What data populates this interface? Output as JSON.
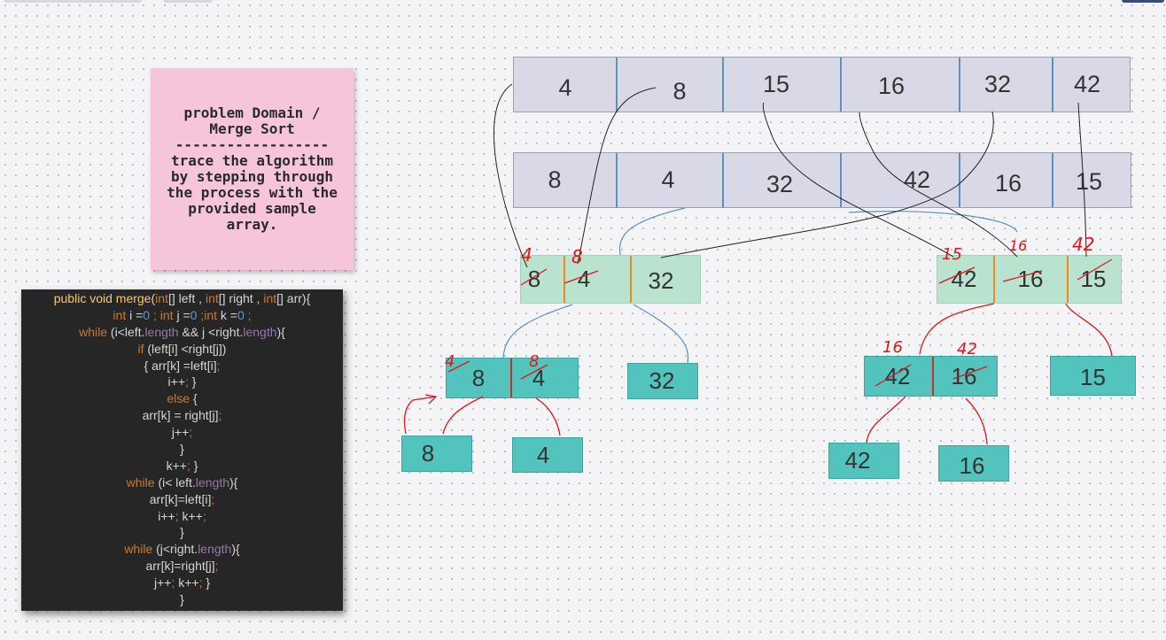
{
  "note": {
    "title_line1": "problem Domain /",
    "title_line2": "Merge Sort",
    "divider": "------------------",
    "body_line1": "trace the algorithm",
    "body_line2": "by stepping through",
    "body_line3": "the process with the",
    "body_line4": "provided sample",
    "body_line5": "array."
  },
  "code_lines": [
    [
      [
        "fn",
        "public void "
      ],
      [
        "fn",
        "merge"
      ],
      [
        "pl",
        "("
      ],
      [
        "kw",
        "int"
      ],
      [
        "pl",
        "[] left , "
      ],
      [
        "kw",
        "int"
      ],
      [
        "pl",
        "[] right , "
      ],
      [
        "kw",
        "int"
      ],
      [
        "pl",
        "[] arr){"
      ]
    ],
    [
      [
        "kw",
        "int "
      ],
      [
        "pl",
        "i ="
      ],
      [
        "nu",
        "0"
      ],
      [
        "kw",
        " ; int "
      ],
      [
        "pl",
        "j ="
      ],
      [
        "nu",
        "0"
      ],
      [
        "kw",
        " ;int "
      ],
      [
        "pl",
        "k ="
      ],
      [
        "nu",
        "0"
      ],
      [
        "kw",
        " ;"
      ]
    ],
    [
      [
        "kw",
        "while "
      ],
      [
        "pl",
        "(i<left."
      ],
      [
        "pu",
        "length"
      ],
      [
        "pl",
        " && j <right."
      ],
      [
        "pu",
        "length"
      ],
      [
        "pl",
        "){"
      ]
    ],
    [
      [
        "kw",
        "if "
      ],
      [
        "pl",
        "(left[i] <right[j])"
      ]
    ],
    [
      [
        "pl",
        "{ arr[k] =left[i]"
      ],
      [
        "kw",
        ";"
      ]
    ],
    [
      [
        "pl",
        "i++"
      ],
      [
        "kw",
        "; "
      ],
      [
        "pl",
        "}"
      ]
    ],
    [
      [
        "kw",
        "else "
      ],
      [
        "pl",
        "{"
      ]
    ],
    [
      [
        "pl",
        "arr[k] = right[j]"
      ],
      [
        "kw",
        ";"
      ]
    ],
    [
      [
        "pl",
        "j++"
      ],
      [
        "kw",
        ";"
      ]
    ],
    [
      [
        "pl",
        "}"
      ]
    ],
    [
      [
        "pl",
        "k++"
      ],
      [
        "kw",
        "; "
      ],
      [
        "pl",
        "}"
      ]
    ],
    [
      [
        "kw",
        "while "
      ],
      [
        "pl",
        "(i< left."
      ],
      [
        "pu",
        "length"
      ],
      [
        "pl",
        "){"
      ]
    ],
    [
      [
        "pl",
        "arr[k]=left[i]"
      ],
      [
        "kw",
        ";"
      ]
    ],
    [
      [
        "pl",
        "i++"
      ],
      [
        "kw",
        "; "
      ],
      [
        "pl",
        "k++"
      ],
      [
        "kw",
        ";"
      ]
    ],
    [
      [
        "pl",
        "}"
      ]
    ],
    [
      [
        "kw",
        "while "
      ],
      [
        "pl",
        "(j<right."
      ],
      [
        "pu",
        "length"
      ],
      [
        "pl",
        "){"
      ]
    ],
    [
      [
        "pl",
        "arr[k]=right[j]"
      ],
      [
        "kw",
        ";"
      ]
    ],
    [
      [
        "pl",
        "j++"
      ],
      [
        "kw",
        "; "
      ],
      [
        "pl",
        "k++"
      ],
      [
        "kw",
        "; "
      ],
      [
        "pl",
        "}"
      ]
    ],
    [
      [
        "pl",
        "}"
      ]
    ]
  ],
  "arrays": {
    "sorted": [
      "4",
      "8",
      "15",
      "16",
      "32",
      "42"
    ],
    "original": [
      "8",
      "4",
      "32",
      "42",
      "16",
      "15"
    ],
    "left_half": [
      "8",
      "4",
      "32"
    ],
    "right_half": [
      "42",
      "16",
      "15"
    ],
    "left_pair": [
      "8",
      "4"
    ],
    "left_single": "32",
    "right_pair": [
      "42",
      "16"
    ],
    "right_single": "15",
    "leaf_8": "8",
    "leaf_4": "4",
    "leaf_42": "42",
    "leaf_16": "16"
  },
  "annotations": {
    "ann_4_left_half": "4",
    "ann_8_left_half": "8",
    "ann_15": "15",
    "ann_16": "16",
    "ann_42": "42",
    "ann_4_pair": "4",
    "ann_8_pair": "8",
    "ann_16_pair": "16",
    "ann_42_pair": "42"
  },
  "colors": {
    "ink_red": "#e0161b",
    "connector_blue": "#5b8fc4",
    "trace_black": "#222222"
  }
}
